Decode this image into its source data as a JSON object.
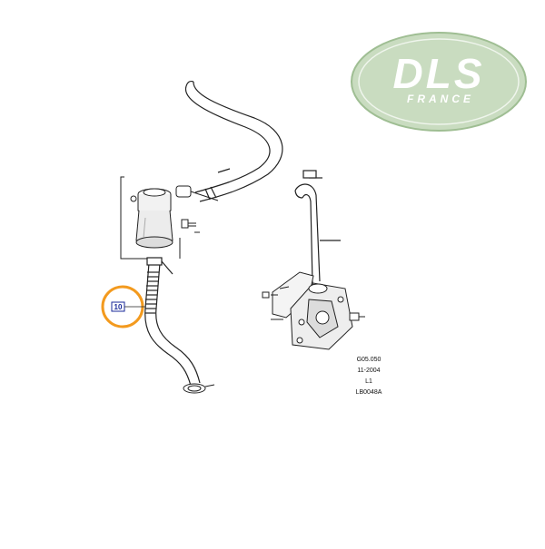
{
  "logo": {
    "brand": "DLS",
    "subtitle": "FRANCE",
    "oval_color": "#c9dcc0",
    "oval_border": "#9fbe93"
  },
  "callout": {
    "number": "10",
    "highlight_color": "#f39a1e",
    "text_color": "#1a2a9a"
  },
  "reference": {
    "lines": [
      "G05.050",
      "11-2004",
      "L1",
      "LB0048A"
    ]
  },
  "drawing": {
    "line_color": "#222222",
    "fill_color": "#ffffff",
    "shade_color": "#e6e6e6"
  }
}
